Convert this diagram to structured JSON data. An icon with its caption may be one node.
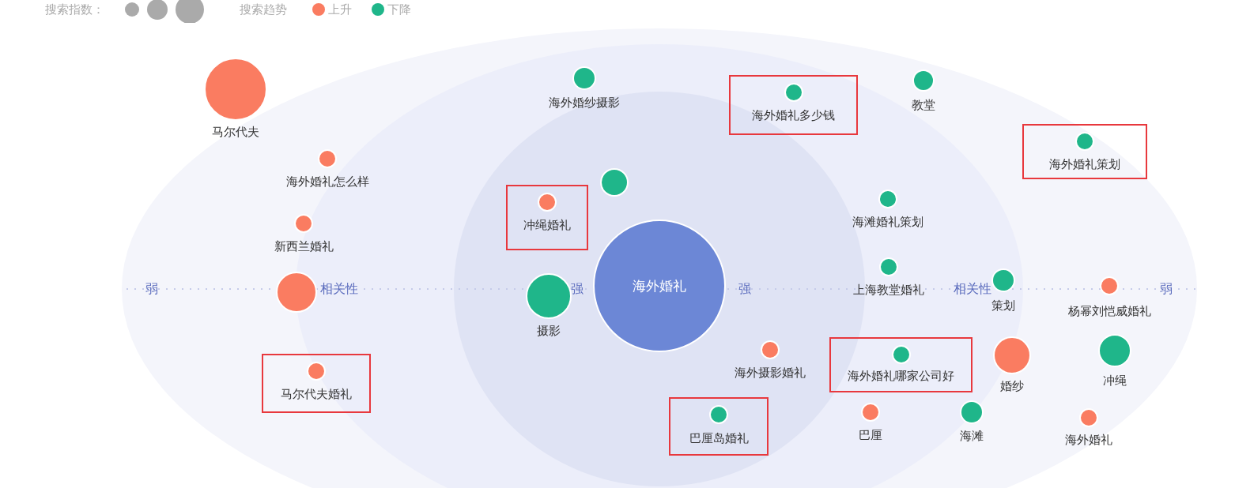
{
  "diagram": {
    "nodes": [
      {
        "text": [
          "马尔代夫"
        ]
      },
      {
        "text": [
          "海外婚纱摄影"
        ]
      },
      {
        "text": [],
        "shape": "box"
      },
      {
        "text": [
          "海外婚礼多少钱"
        ],
        "in": 2
      },
      {
        "text": [
          "教堂"
        ]
      },
      {
        "text": [
          "海外婚礼怎么样"
        ]
      },
      {
        "text": [],
        "shape": "box"
      },
      {
        "text": [
          "海外婚礼策划"
        ],
        "in": 6
      },
      {
        "text": [],
        "shape": "circle"
      },
      {
        "text": [],
        "shape": "box"
      },
      {
        "text": [
          "冲绳婚礼"
        ],
        "in": 9
      },
      {
        "text": [
          "海滩婚礼策划"
        ]
      },
      {
        "text": [
          "新西兰婚礼"
        ]
      },
      {
        "text": [
          "上海教堂婚礼"
        ]
      },
      {
        "text": [],
        "shape": "circle"
      },
      {
        "text": [
          "摄影"
        ]
      },
      {
        "text": [
          "海外婚礼"
        ]
      },
      {
        "text": [
          "策划"
        ]
      },
      {
        "text": [
          "杨幂刘恺威婚礼"
        ]
      },
      {
        "text": [
          "海外摄影婚礼"
        ]
      },
      {
        "text": [],
        "shape": "box"
      },
      {
        "text": [
          "海外婚礼哪家公司好"
        ],
        "in": 20
      },
      {
        "text": [
          "婚纱"
        ]
      },
      {
        "text": [
          "冲绳"
        ]
      },
      {
        "text": [],
        "shape": "box"
      },
      {
        "text": [
          "马尔代夫婚礼"
        ],
        "in": 24
      },
      {
        "text": [],
        "shape": "box"
      },
      {
        "text": [
          "巴厘岛婚礼"
        ],
        "in": 26
      },
      {
        "text": [
          "巴厘"
        ]
      },
      {
        "text": [
          "海滩"
        ]
      },
      {
        "text": [
          "海外婚礼"
        ]
      }
    ],
    "labels": [
      "搜索指数：",
      "搜索趋势",
      "弱",
      "相关性",
      "强",
      "强",
      "相关性",
      "弱"
    ],
    "legend": [
      {
        "text": "上升",
        "color": "#fa7c61"
      },
      {
        "text": "下降",
        "color": "#1fb68a"
      }
    ]
  }
}
